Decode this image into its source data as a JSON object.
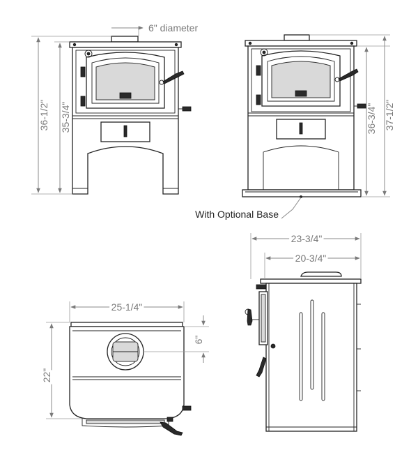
{
  "front_view": {
    "flue_label": "6\" diameter",
    "height_overall": "36-1/2\"",
    "height_to_top": "35-3/4\""
  },
  "base_view": {
    "height_to_top": "36-3/4\"",
    "height_overall": "37-1/2\"",
    "callout": "With Optional Base"
  },
  "top_view": {
    "width": "25-1/4\"",
    "depth": "22\"",
    "flue_offset": "6\""
  },
  "side_view": {
    "overall_depth": "23-3/4\"",
    "body_depth": "20-3/4\""
  }
}
